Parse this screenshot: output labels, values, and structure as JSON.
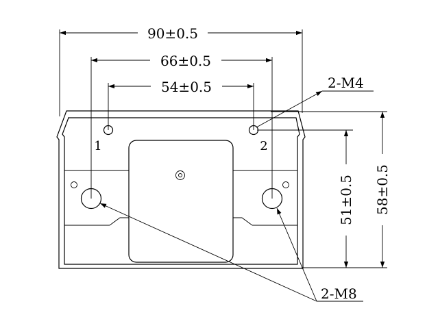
{
  "dimensions": {
    "overall_width": "90±0.5",
    "mount_m8_spacing": "66±0.5",
    "mount_m4_spacing": "54±0.5",
    "height_to_m8": "51±0.5",
    "overall_height": "58±0.5"
  },
  "callouts": {
    "m4_holes": "2-M4",
    "m8_holes": "2-M8"
  },
  "hole_numbers": {
    "left": "1",
    "right": "2"
  }
}
